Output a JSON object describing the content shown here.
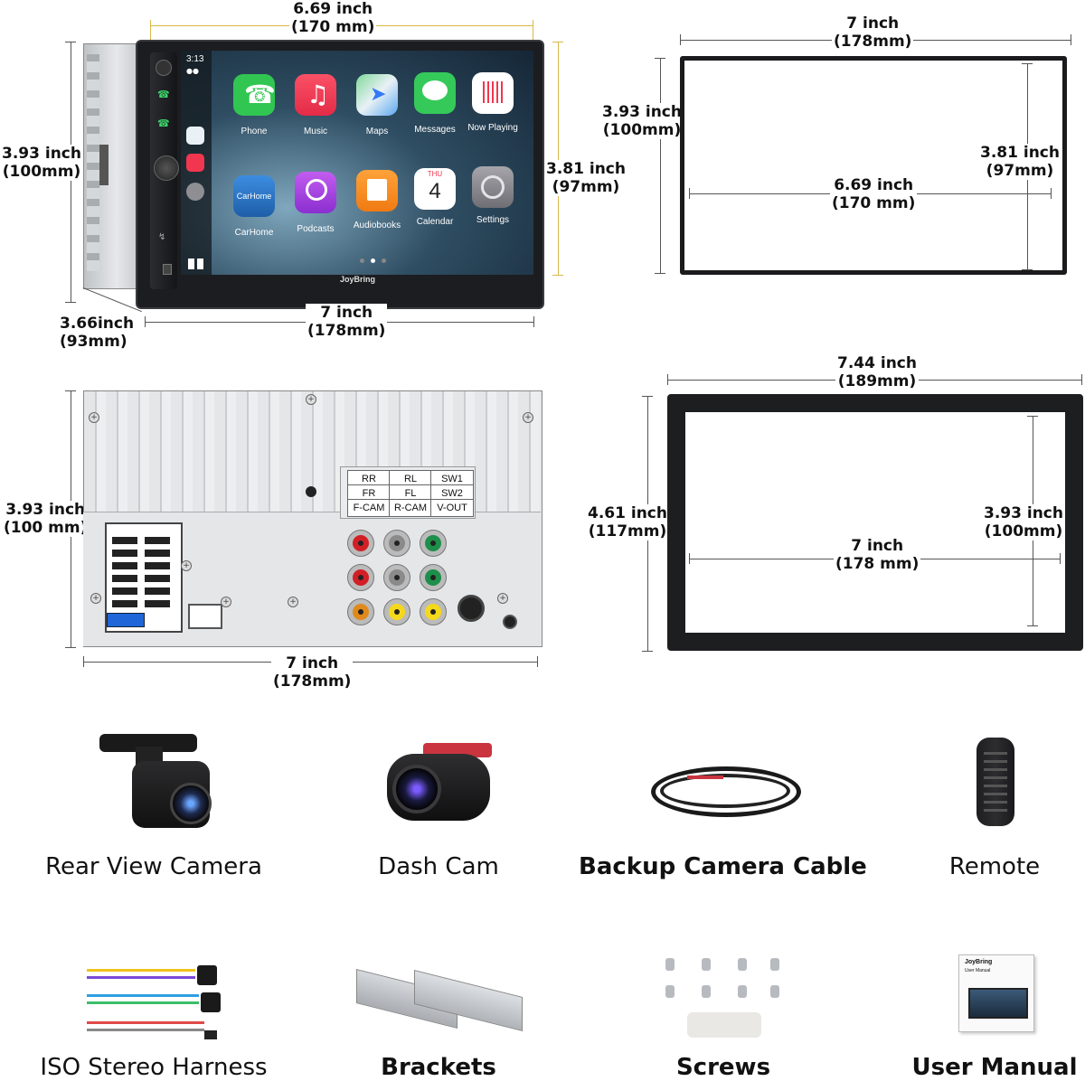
{
  "head_unit": {
    "top_dim": [
      "6.69 inch",
      "(170 mm)"
    ],
    "left_dim": [
      "3.93 inch",
      "(100mm)"
    ],
    "right_dim": [
      "3.81 inch",
      "(97mm)"
    ],
    "bottom_dim": [
      "7 inch",
      "(178mm)"
    ],
    "depth_dim": [
      "3.66inch",
      "(93mm)"
    ],
    "status_time": "3:13",
    "brand": "JoyBring",
    "apps": [
      {
        "label": "Phone",
        "color": "#31c651"
      },
      {
        "label": "Music",
        "color": "#f2364f"
      },
      {
        "label": "Maps",
        "color": "#e9f1f6"
      },
      {
        "label": "Messages",
        "color": "#35c95a"
      },
      {
        "label": "Now Playing",
        "color": "#ffffff"
      },
      {
        "label": "CarHome",
        "color": "#2a74c8"
      },
      {
        "label": "Podcasts",
        "color": "#a748e0"
      },
      {
        "label": "Audiobooks",
        "color": "#f48a1d"
      },
      {
        "label": "Calendar",
        "color": "#ffffff"
      },
      {
        "label": "Settings",
        "color": "#8e8e93"
      }
    ],
    "carhome_icon_text": "CarHome",
    "calendar_day": "THU",
    "calendar_date": "4"
  },
  "frame_small": {
    "top_dim": [
      "7 inch",
      "(178mm)"
    ],
    "left_dim": [
      "3.93 inch",
      "(100mm)"
    ],
    "inner_width_dim": [
      "6.69 inch",
      "(170 mm)"
    ],
    "inner_height_dim": [
      "3.81 inch",
      "(97mm)"
    ]
  },
  "rear_panel": {
    "left_dim": [
      "3.93 inch",
      "(100 mm)"
    ],
    "bottom_dim": [
      "7 inch",
      "(178mm)"
    ],
    "connector_labels": [
      "RR",
      "RL",
      "SW1",
      "FR",
      "FL",
      "SW2",
      "F-CAM",
      "R-CAM",
      "V-OUT"
    ]
  },
  "frame_large": {
    "top_dim": [
      "7.44 inch",
      "(189mm)"
    ],
    "left_dim": [
      "4.61 inch",
      "(117mm)"
    ],
    "inner_width_dim": [
      "7 inch",
      "(178 mm)"
    ],
    "inner_height_dim": [
      "3.93 inch",
      "(100mm)"
    ]
  },
  "accessories": [
    {
      "label": "Rear View Camera"
    },
    {
      "label": "Dash Cam"
    },
    {
      "label": "Backup Camera Cable"
    },
    {
      "label": "Remote"
    },
    {
      "label": "ISO Stereo Harness"
    },
    {
      "label": "Brackets"
    },
    {
      "label": "Screws"
    },
    {
      "label": "User Manual"
    }
  ],
  "manual_cover": {
    "brand": "JoyBring",
    "subtitle": "User Manual"
  }
}
